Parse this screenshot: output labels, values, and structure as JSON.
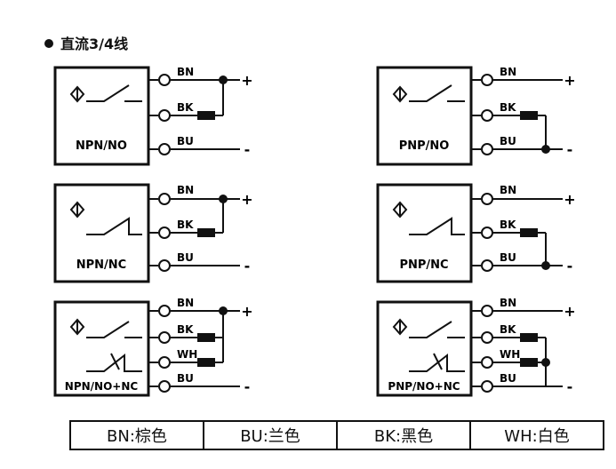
{
  "header": {
    "title": "直流3/4线"
  },
  "blocks": [
    {
      "label": "NPN/NO",
      "wires": [
        "BN",
        "BK",
        "BU"
      ]
    },
    {
      "label": "PNP/NO",
      "wires": [
        "BN",
        "BK",
        "BU"
      ]
    },
    {
      "label": "NPN/NC",
      "wires": [
        "BN",
        "BK",
        "BU"
      ]
    },
    {
      "label": "PNP/NC",
      "wires": [
        "BN",
        "BK",
        "BU"
      ]
    },
    {
      "label": "NPN/NO+NC",
      "wires": [
        "BN",
        "BK",
        "WH",
        "BU"
      ]
    },
    {
      "label": "PNP/NO+NC",
      "wires": [
        "BN",
        "BK",
        "WH",
        "BU"
      ]
    }
  ],
  "terminals": {
    "positive": "+",
    "negative": "-"
  },
  "legend": [
    "BN:棕色",
    "BU:兰色",
    "BK:黑色",
    "WH:白色"
  ],
  "icons": [
    "sensor-coil-icon",
    "switch-contact-icon",
    "load-resistor-icon",
    "terminal-circle-icon"
  ]
}
